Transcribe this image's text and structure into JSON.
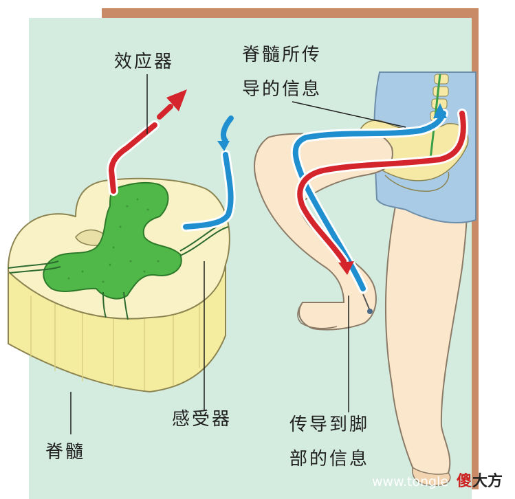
{
  "labels": {
    "effector": "效应器",
    "spine_signal_line1": "脊髓所传",
    "spine_signal_line2": "导的信息",
    "receptor": "感受器",
    "spinal_cord": "脊髓",
    "foot_signal_line1": "传导到脚",
    "foot_signal_line2": "部的信息"
  },
  "watermark": {
    "url": "www.tongle",
    "logo_char": "傻",
    "logo_text": "大方"
  },
  "colors": {
    "background_panel": "#d4ebe0",
    "frame_border": "#c98a68",
    "spinal_cord_white_matter": "#f7f1c4",
    "gray_matter": "#4fb848",
    "motor_pathway": "#d4252c",
    "sensory_pathway": "#1f8fd0",
    "skin": "#fae7cc",
    "shorts": "#a9cbe6"
  },
  "icons": {
    "motor_arrow": "red-arrow-icon",
    "sensory_arrow": "blue-arrow-icon"
  }
}
